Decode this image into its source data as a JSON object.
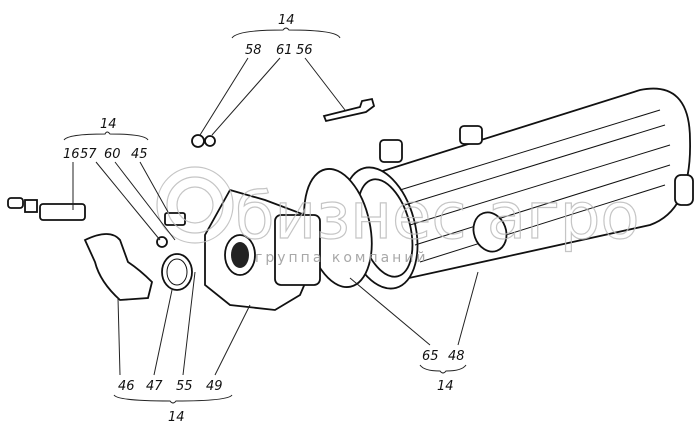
{
  "title": "Exploded view of air cleaner assembly",
  "watermark": {
    "main": "бизнес агро",
    "sub": "группа компаний"
  },
  "callouts": {
    "top_group": {
      "assembly": "14",
      "parts": [
        "58",
        "61",
        "56"
      ]
    },
    "left_group": {
      "assembly": "14",
      "parts": [
        "16",
        "57",
        "60",
        "45"
      ]
    },
    "bottom_group": {
      "assembly": "14",
      "parts": [
        "46",
        "47",
        "55",
        "49"
      ]
    },
    "right_group": {
      "assembly": "14",
      "parts": [
        "65",
        "48"
      ]
    }
  }
}
